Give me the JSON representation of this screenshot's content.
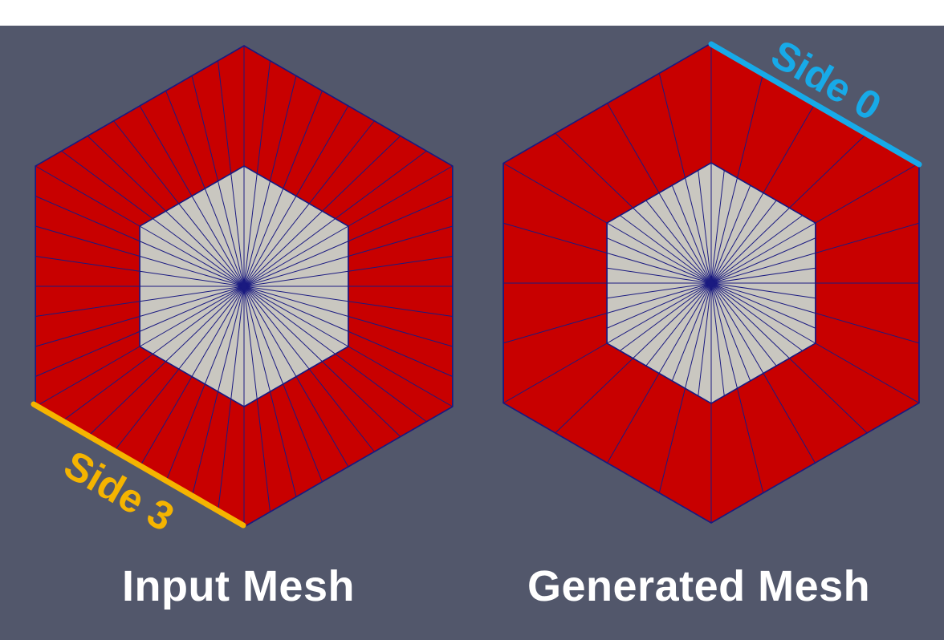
{
  "colors": {
    "background": "#52576b",
    "outer_ring": "#c80000",
    "inner_hex": "#c9c7c0",
    "mesh_lines": "#1a1a80",
    "side3": "#f5b400",
    "side0": "#17aae8",
    "caption": "#ffffff"
  },
  "meshes": [
    {
      "id": "input",
      "caption": "Input Mesh",
      "side_label": "Side 3",
      "radial_lines_per_sixth": 8,
      "outer_segments_per_side": 8
    },
    {
      "id": "generated",
      "caption": "Generated Mesh",
      "side_label": "Side 0",
      "radial_lines_per_sixth": 8,
      "outer_segments_per_side": 4
    }
  ]
}
